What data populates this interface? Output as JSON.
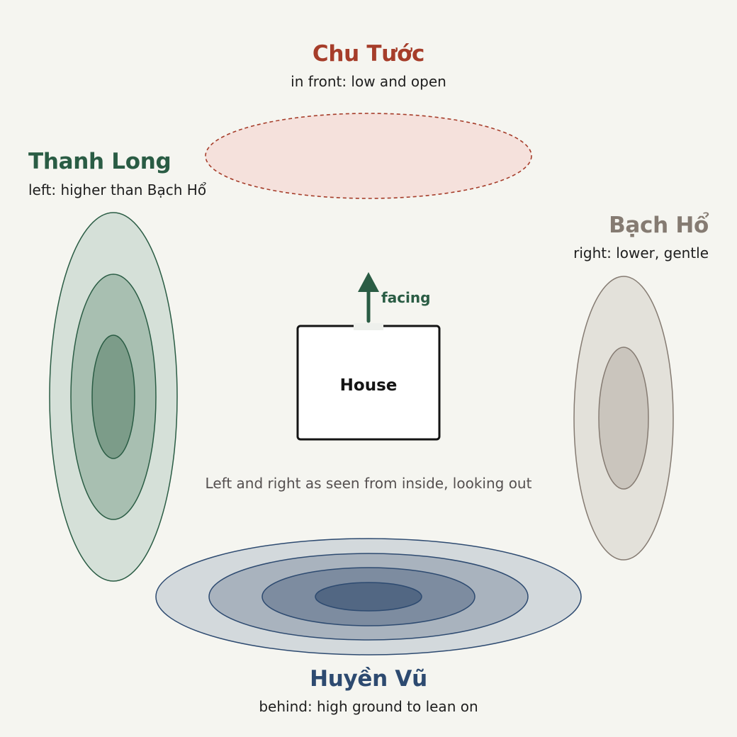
{
  "colors": {
    "background": "#f5f5f0",
    "chu_tuoc": "#a63d2a",
    "thanh_long": "#2a5c44",
    "bach_ho": "#857b72",
    "huyen_vu": "#2d4a70",
    "house_stroke": "#141414",
    "note": "#555050"
  },
  "chu_tuoc": {
    "title": "Chu Tước",
    "subtitle": "in front: low and open"
  },
  "thanh_long": {
    "title": "Thanh Long",
    "subtitle": "left: higher than Bạch Hổ"
  },
  "bach_ho": {
    "title": "Bạch Hổ",
    "subtitle": "right: lower, gentle"
  },
  "huyen_vu": {
    "title": "Huyền Vũ",
    "subtitle": "behind: high ground to lean on"
  },
  "house": {
    "label": "House"
  },
  "facing": {
    "label": "facing"
  },
  "note": {
    "text": "Left and right as seen from inside, looking out"
  }
}
